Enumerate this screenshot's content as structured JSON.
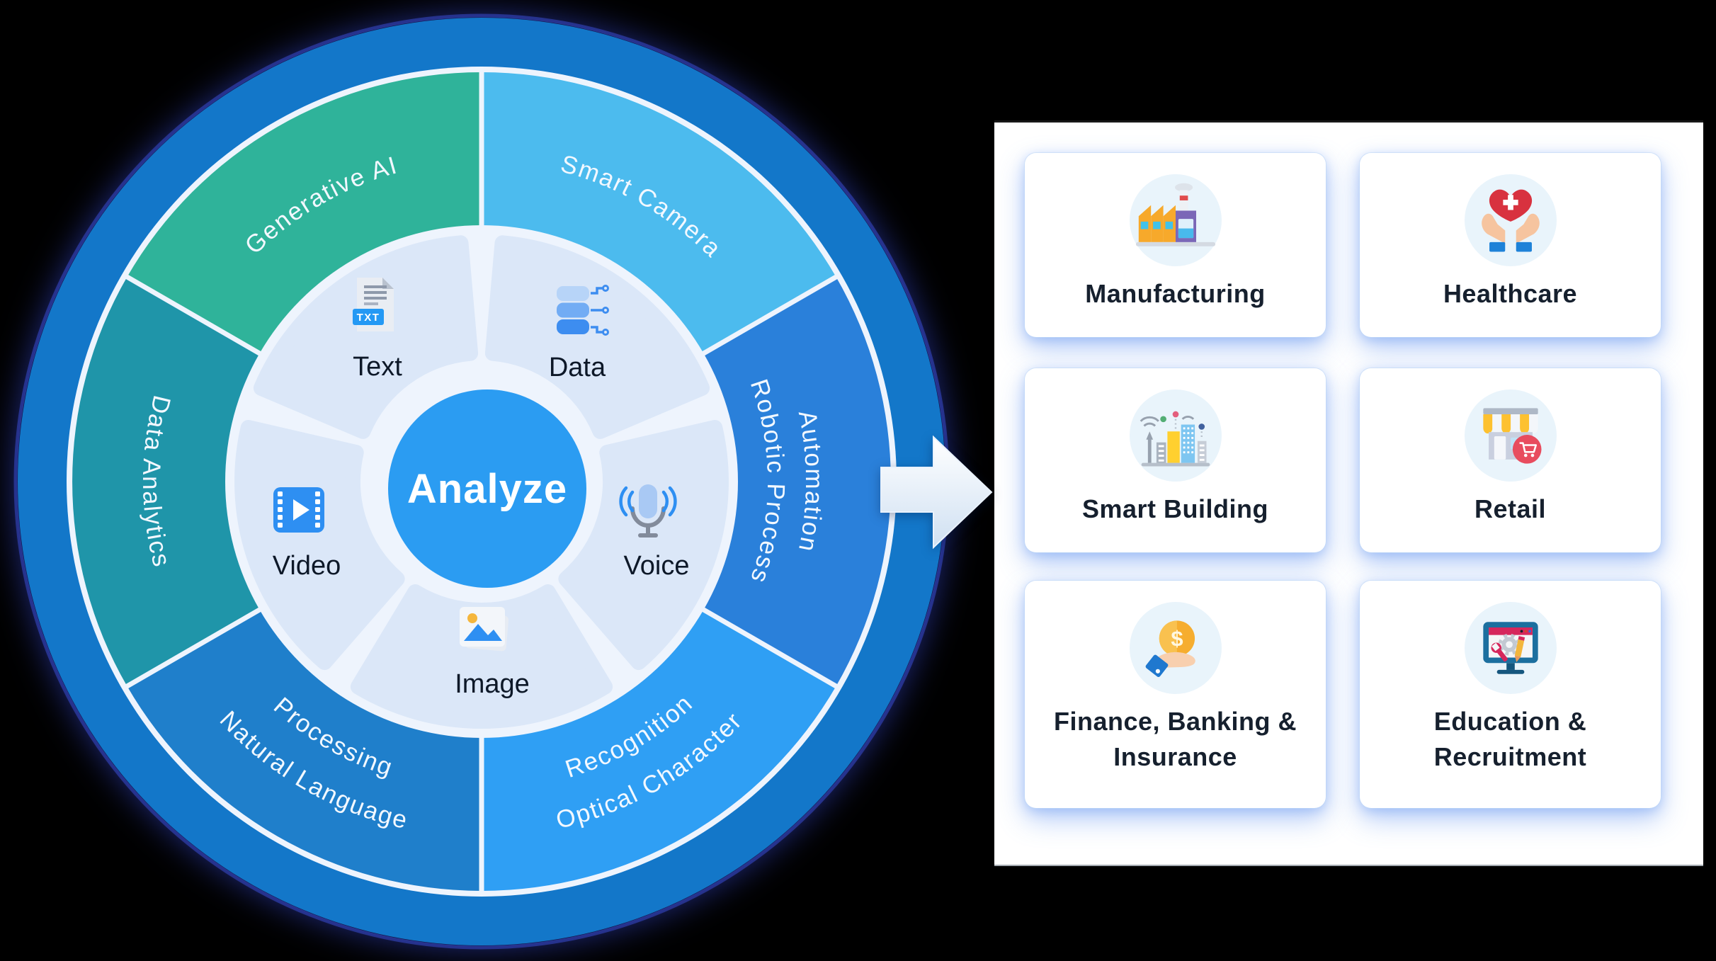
{
  "diagram": {
    "center_label": "Analyze",
    "inputs": [
      {
        "label": "Text",
        "icon": "text-file-icon"
      },
      {
        "label": "Data",
        "icon": "database-icon"
      },
      {
        "label": "Voice",
        "icon": "microphone-icon"
      },
      {
        "label": "Image",
        "icon": "image-icon"
      },
      {
        "label": "Video",
        "icon": "video-player-icon"
      }
    ],
    "technologies": {
      "generative_ai": {
        "label": "Generative AI",
        "color": "#2fb39a"
      },
      "smart_camera": {
        "label": "Smart Camera",
        "color": "#4cbbee"
      },
      "robotic_process_automation": {
        "label": "Robotic Process Automation",
        "lines": [
          "Robotic Process",
          "Automation"
        ],
        "color": "#2a80da"
      },
      "optical_character_recognition": {
        "label": "Optical Character Recognition",
        "lines": [
          "Optical Character",
          "Recognition"
        ],
        "color": "#2f9ff4"
      },
      "natural_language_processing": {
        "label": "Natural Language Processing",
        "lines": [
          "Natural Language",
          "Processing"
        ],
        "color": "#1f7fcb"
      },
      "data_analytics": {
        "label": "Data Analytics",
        "color": "#1f95a9"
      }
    },
    "outer_ring_color": "#1377c9",
    "center_circle_color": "#2b9cf2",
    "petal_color": "#dbe7f8"
  },
  "industries": {
    "cards": [
      {
        "label": "Manufacturing",
        "icon": "factory-icon"
      },
      {
        "label": "Healthcare",
        "icon": "hands-heart-icon"
      },
      {
        "label": "Smart Building",
        "icon": "smart-building-icon"
      },
      {
        "label": "Retail",
        "icon": "storefront-icon"
      },
      {
        "label": "Finance, Banking &\nInsurance",
        "icon": "coin-hand-icon"
      },
      {
        "label": "Education &\nRecruitment",
        "icon": "monitor-tools-icon"
      }
    ]
  }
}
